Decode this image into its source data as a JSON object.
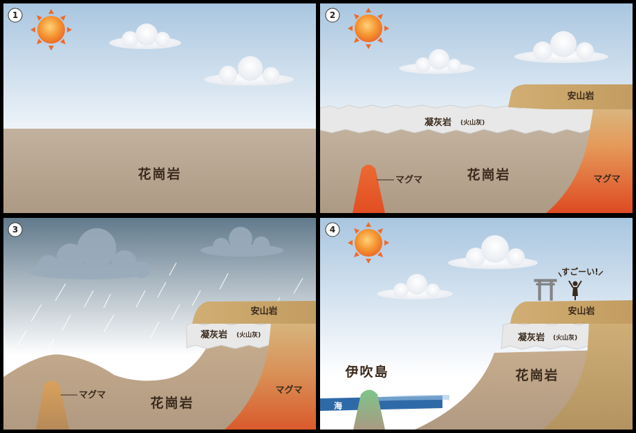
{
  "panels": [
    {
      "number": "1",
      "granite": "花崗岩"
    },
    {
      "number": "2",
      "granite": "花崗岩",
      "andesite": "安山岩",
      "tuff": "凝灰岩",
      "tuff_note": "(火山灰)",
      "magma": "マグマ",
      "magma_side": "マグマ"
    },
    {
      "number": "3",
      "granite": "花崗岩",
      "andesite": "安山岩",
      "tuff": "凝灰岩",
      "tuff_note": "(火山灰)",
      "magma": "マグマ",
      "magma_side": "マグマ"
    },
    {
      "number": "4",
      "granite": "花崗岩",
      "andesite": "安山岩",
      "tuff": "凝灰岩",
      "tuff_note": "(火山灰)",
      "island": "伊吹島",
      "sea": "海",
      "exclaim": "すごーい!"
    }
  ],
  "colors": {
    "sky_top": "#a9c6e0",
    "sky_bottom": "#ffffff",
    "storm_top": "#617a8c",
    "granite": "#b7a48f",
    "andesite": "#c9a56a",
    "tuff": "#e6e6e6",
    "magma": "#e0552a",
    "sun": "#f07a2a",
    "sea": "#2f6aa8",
    "border": "#111111"
  }
}
